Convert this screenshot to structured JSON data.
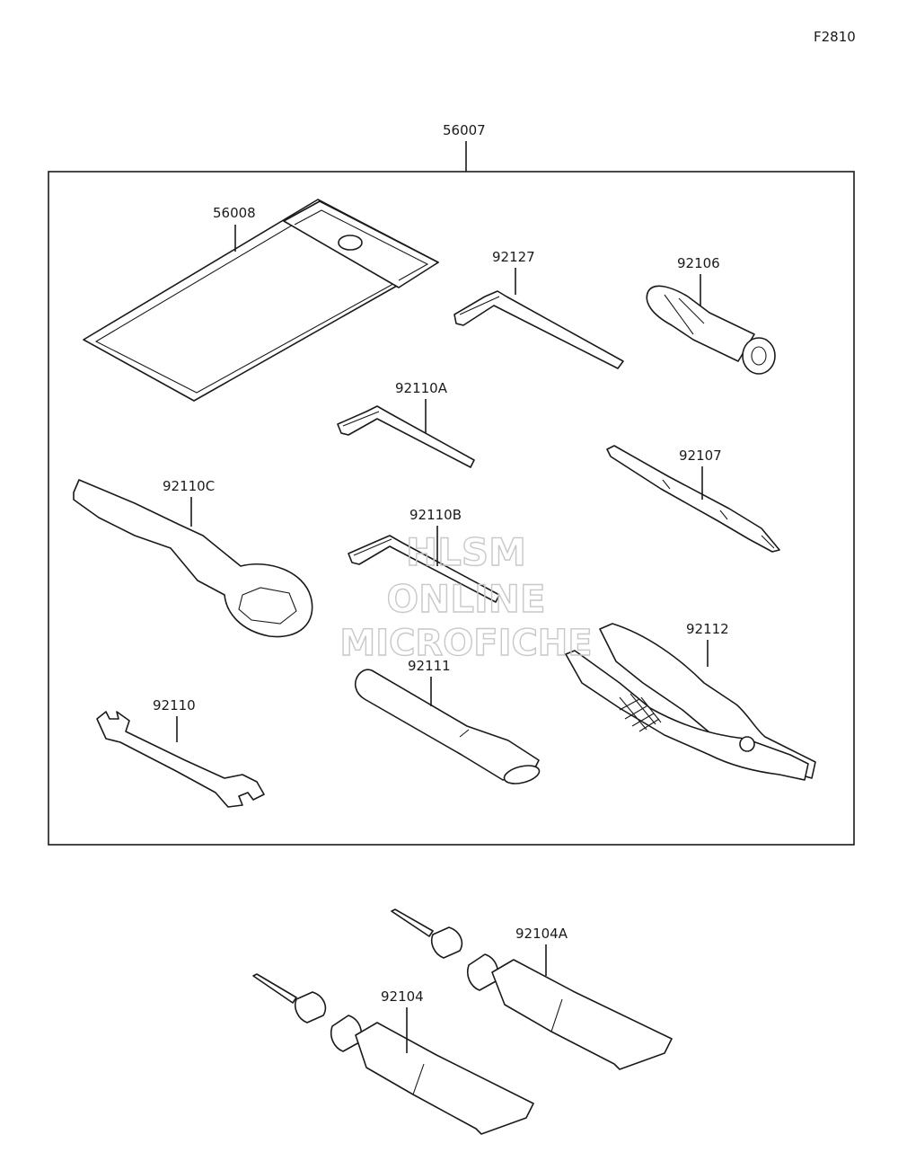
{
  "figure_code": "F2810",
  "kit_part": "56007",
  "parts": {
    "p56008": "56008",
    "p92127": "92127",
    "p92106": "92106",
    "p92110A": "92110A",
    "p92107": "92107",
    "p92110C": "92110C",
    "p92110B": "92110B",
    "p92112": "92112",
    "p92111": "92111",
    "p92110": "92110",
    "p92104A": "92104A",
    "p92104": "92104"
  },
  "watermark": {
    "line1": "HLSM",
    "line2": "ONLINE",
    "line3": "MICROFICHE"
  },
  "colors": {
    "ink": "#1a1a1a",
    "watermark": "#c8c8c8",
    "background": "#ffffff"
  }
}
